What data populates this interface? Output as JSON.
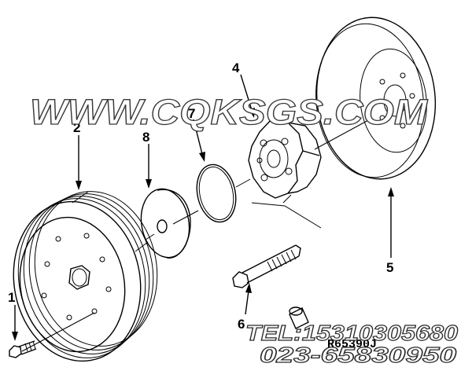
{
  "diagram": {
    "callouts": [
      {
        "id": "1",
        "text": "1"
      },
      {
        "id": "2",
        "text": "2"
      },
      {
        "id": "4",
        "text": "4"
      },
      {
        "id": "5",
        "text": "5"
      },
      {
        "id": "6",
        "text": "6"
      },
      {
        "id": "7",
        "text": "7"
      },
      {
        "id": "8",
        "text": "8"
      }
    ],
    "part_code": "R65390J"
  },
  "watermarks": {
    "site": "WWW.CQKSGS.COM",
    "phone": "TEL:15310305680",
    "phone2": "023-65830950"
  }
}
